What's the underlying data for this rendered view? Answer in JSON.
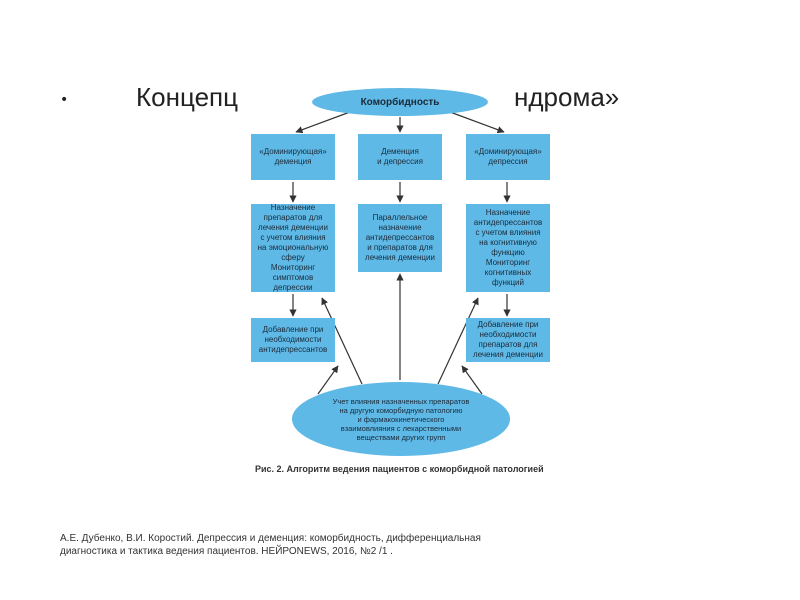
{
  "slide": {
    "bullet": "•",
    "title_left": "Концепц",
    "title_right": "ндрома»"
  },
  "diagram": {
    "top_ellipse": "Коморбидность",
    "row1": [
      "«Доминирующая»\nдеменция",
      "Деменция\nи депрессия",
      "«Доминирующая»\nдепрессия"
    ],
    "row2": [
      "Назначение\nпрепаратов для\nлечения деменции\nс учетом влияния\nна эмоциональную\nсферу\nМониторинг\nсимптомов депрессии",
      "Параллельное\nназначение\nантидепрессантов\nи препаратов для\nлечения деменции",
      "Назначение\nантидепрессантов\nс учетом влияния\nна когнитивную\nфункцию\nМониторинг\nкогнитивных функций"
    ],
    "row3": [
      "Добавление при\nнеобходимости\nантидепрессантов",
      "Добавление при\nнеобходимости\nпрепаратов для\nлечения деменции"
    ],
    "bottom_ellipse": "Учет влияния назначенных препаратов\nна другую коморбидную патологию\nи фармакокинетического\nвзаимовлияния с лекарственными\nвеществами других групп",
    "caption": "Рис. 2. Алгоритм ведения пациентов с коморбидной патологией",
    "colors": {
      "shape_fill": "#5fb9e6",
      "arrow": "#333333"
    }
  },
  "footnote": "А.Е. Дубенко, В.И. Коростий. Депрессия и деменция: коморбидность, дифференциальная\nдиагностика и тактика ведения пациентов. НЕЙРОNEWS, 2016,  №2 /1 ."
}
